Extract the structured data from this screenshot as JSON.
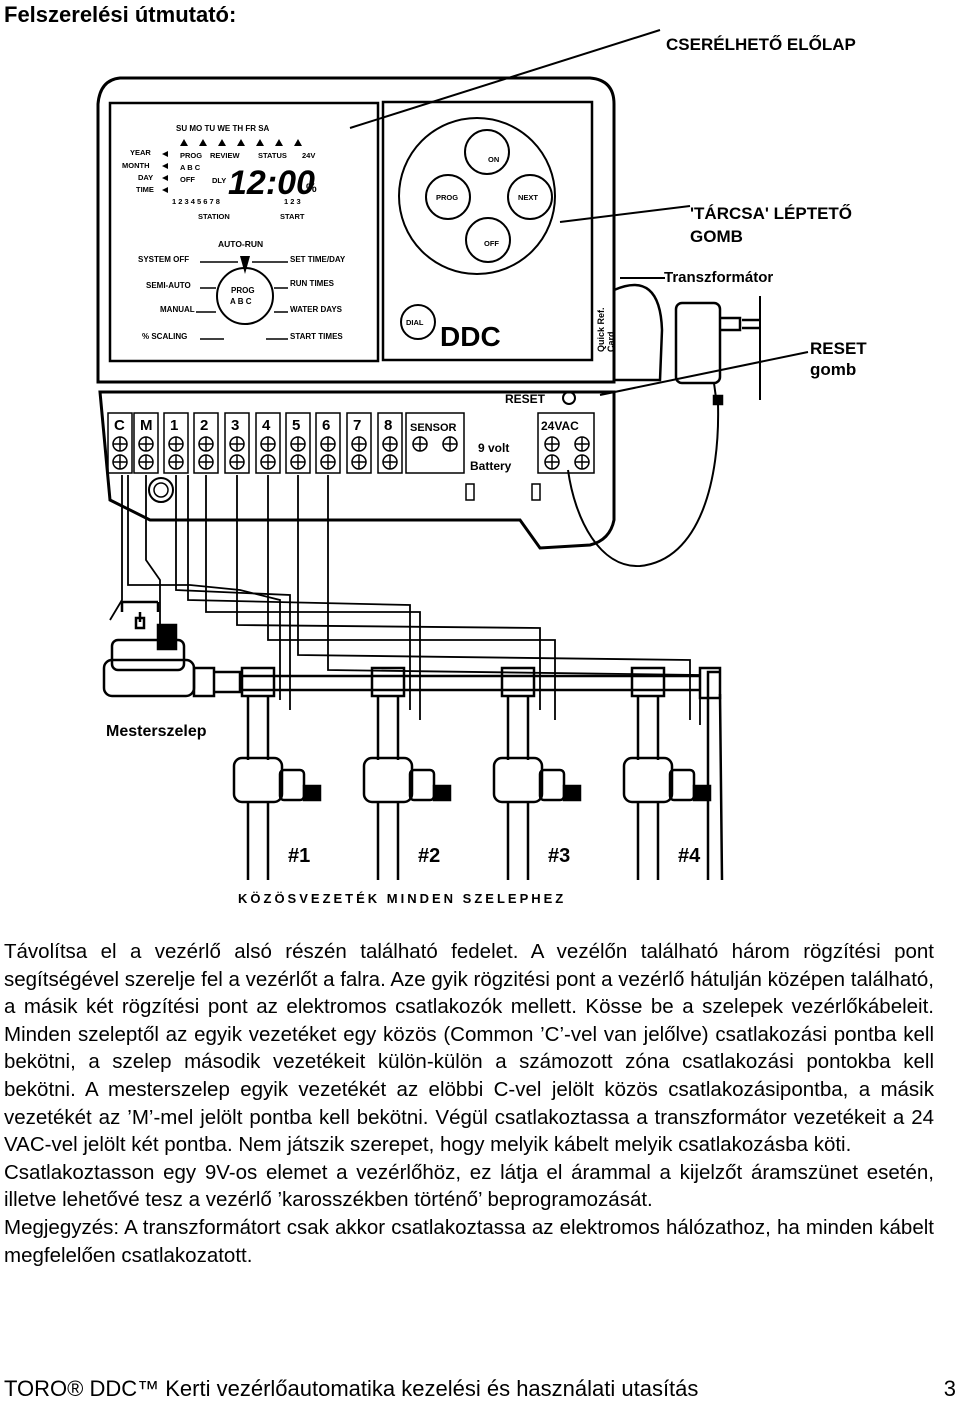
{
  "title": "Felszerelési útmutató:",
  "diagram": {
    "callouts": {
      "faceplate": "CSERÉLHETŐ ELŐLAP",
      "dial_line1": "'TÁRCSA' LÉPTETŐ",
      "dial_line2": "GOMB",
      "transformer": "Transzformátor",
      "reset_line1": "RESET",
      "reset_line2": "gomb",
      "master_valve": "Mesterszelep",
      "common_line": "KÖZÖSVEZETÉK MINDEN SZELEPHEZ"
    },
    "display": {
      "days": [
        "SU",
        "MO",
        "TU",
        "WE",
        "TH",
        "FR",
        "SA"
      ],
      "left_labels": [
        "YEAR",
        "MONTH",
        "DAY",
        "TIME"
      ],
      "mid_labels": [
        "PROG",
        "REVIEW",
        "STATUS",
        "24V"
      ],
      "abc": "A B C",
      "off": "OFF",
      "dly": "DLY",
      "time": "12:00",
      "pct": "%",
      "station_digits": "1 2 3 4 5 6 7 8",
      "start_digits": "1 2 3",
      "station": "STATION",
      "start": "START"
    },
    "dial": {
      "top": "AUTO-RUN",
      "left": [
        "SYSTEM OFF",
        "SEMI-AUTO",
        "MANUAL",
        "% SCALING"
      ],
      "right": [
        "SET TIME/DAY",
        "RUN TIMES",
        "WATER DAYS",
        "START TIMES"
      ],
      "center_line1": "PROG",
      "center_line2": "A B C"
    },
    "buttons": {
      "on": "ON",
      "off": "OFF",
      "prog": "PROG",
      "next": "NEXT",
      "dial": "DIAL"
    },
    "brand": "DDC",
    "quick_ref_line1": "Quick Ref.",
    "quick_ref_line2": "Card",
    "reset_label": "RESET",
    "terminals": [
      "C",
      "M",
      "1",
      "2",
      "3",
      "4",
      "5",
      "6",
      "7",
      "8"
    ],
    "sensor": "SENSOR",
    "vac": "24VAC",
    "battery_line1": "9 volt",
    "battery_line2": "Battery",
    "valves": [
      "#1",
      "#2",
      "#3",
      "#4"
    ]
  },
  "paragraphs": [
    "Távolítsa el a vezérlő alsó részén található fedelet. A vezélőn található három rögzítési pont segítségével szerelje fel a vezérlőt a falra. Aze gyik rögzitési pont a vezérlő hátulján középen található, a másik két rögzítési pont az elektromos csatlakozók mellett. Kösse be a szelepek vezérlőkábeleit. Minden szeleptől az egyik vezetéket egy közös (Common ’C’-vel van jelőlve) csatlakozási pontba kell bekötni, a szelep második vezetékeit külön-külön a számozott zóna csatlakozási pontokba kell bekötni. A mesterszelep egyik vezetékét az elöbbi C-vel jelölt közös csatlakozásipontba, a másik vezetékét az ’M’-mel jelölt pontba kell bekötni. Végül csatlakoztassa a transzformátor vezetékeit a 24 VAC-vel jelölt két pontba. Nem játszik szerepet, hogy melyik kábelt melyik csatlakozásba köti.",
    "Csatlakoztasson egy 9V-os elemet a vezérlőhöz, ez látja el árammal a kijelzőt áramszünet esetén, illetve lehetővé tesz a vezérlő ’karosszékben történő’ beprogramozását.",
    "Megjegyzés: A transzformátort csak akkor csatlakoztassa az elektromos hálózathoz, ha minden kábelt megfelelően csatlakozatott."
  ],
  "footer": {
    "text": "TORO® DDC™ Kerti vezérlőautomatika kezelési és használati utasítás",
    "page": "3"
  }
}
